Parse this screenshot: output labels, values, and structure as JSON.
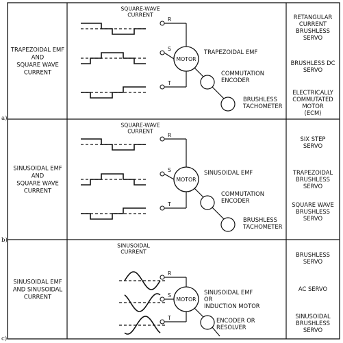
{
  "rows": [
    {
      "label": "a)",
      "left": [
        "TRAPEZOIDAL EMF",
        "AND",
        "SQUARE WAVE",
        "CURRENT"
      ],
      "current": [
        "SQUARE-WAVE",
        "CURRENT"
      ],
      "phases": [
        "R",
        "S",
        "T"
      ],
      "motor": "MOTOR",
      "emf": [
        "TRAPEZOIDAL EMF"
      ],
      "sensor1": [
        "COMMUTATION",
        "ENCODER"
      ],
      "sensor2": [
        "BRUSHLESS",
        "TACHOMETER"
      ],
      "names": [
        [
          "RETANGULAR",
          "CURRENT",
          "BRUSHLESS",
          "SERVO"
        ],
        [
          "BRUSHLESS DC",
          "SERVO"
        ],
        [
          "ELECTRICALLY",
          "COMMUTATED",
          "MOTOR",
          "(ECM)"
        ]
      ]
    },
    {
      "label": "b)",
      "left": [
        "SINUSOIDAL EMF",
        "AND",
        "SQUARE WAVE",
        "CURRENT"
      ],
      "current": [
        "SQUARE-WAVE",
        "CURRENT"
      ],
      "phases": [
        "R",
        "S",
        "T"
      ],
      "motor": "MOTOR",
      "emf": [
        "SINUSOIDAL EMF"
      ],
      "sensor1": [
        "COMMUTATION",
        "ENCODER"
      ],
      "sensor2": [
        "BRUSHLESS",
        "TACHOMETER"
      ],
      "names": [
        [
          "SIX STEP",
          "SERVO"
        ],
        [
          "TRAPEZOIDAL",
          "BRUSHLESS",
          "SERVO"
        ],
        [
          "SQUARE WAVE",
          "BRUSHLESS",
          "SERVO"
        ]
      ]
    },
    {
      "label": "c)",
      "left": [
        "SINUSOIDAL EMF",
        "AND SINUSOIDAL",
        "CURRENT"
      ],
      "current": [
        "SINUSOIDAL",
        "CURRENT"
      ],
      "phases": [
        "R",
        "S",
        "T"
      ],
      "motor": "MOTOR",
      "emf": [
        "SINUSOIDAL EMF",
        "OR",
        "INDUCTION MOTOR"
      ],
      "sensor1": [
        "ENCODER OR",
        "RESOLVER"
      ],
      "sensor2": [],
      "names": [
        [
          "BRUSHLESS",
          "SERVO"
        ],
        [
          "AC SERVO"
        ],
        [
          "SINUSOIDAL",
          "BRUSHLESS",
          "SERVO"
        ]
      ]
    }
  ]
}
